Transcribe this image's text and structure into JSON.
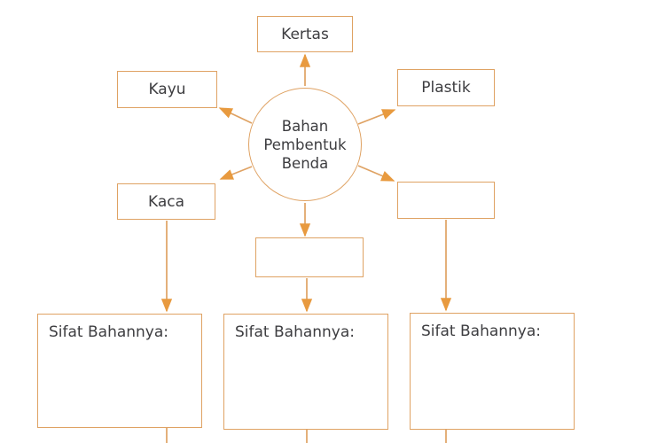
{
  "diagram": {
    "center_node": {
      "lines": [
        "Bahan",
        "Pembentuk",
        "Benda"
      ]
    },
    "material_nodes": [
      {
        "name": "kertas",
        "label": "Kertas"
      },
      {
        "name": "kayu",
        "label": "Kayu"
      },
      {
        "name": "plastik",
        "label": "Plastik"
      },
      {
        "name": "kaca",
        "label": "Kaca"
      },
      {
        "name": "blank-right",
        "label": ""
      },
      {
        "name": "blank-middle",
        "label": ""
      }
    ],
    "property_boxes": [
      {
        "label": "Sifat Bahannya:"
      },
      {
        "label": "Sifat Bahannya:"
      },
      {
        "label": "Sifat Bahannya:"
      }
    ],
    "colors": {
      "line": "#DFA263",
      "arrow": "#E89A3F",
      "text": "#3D3D40",
      "background": "#FFFFFF"
    }
  }
}
